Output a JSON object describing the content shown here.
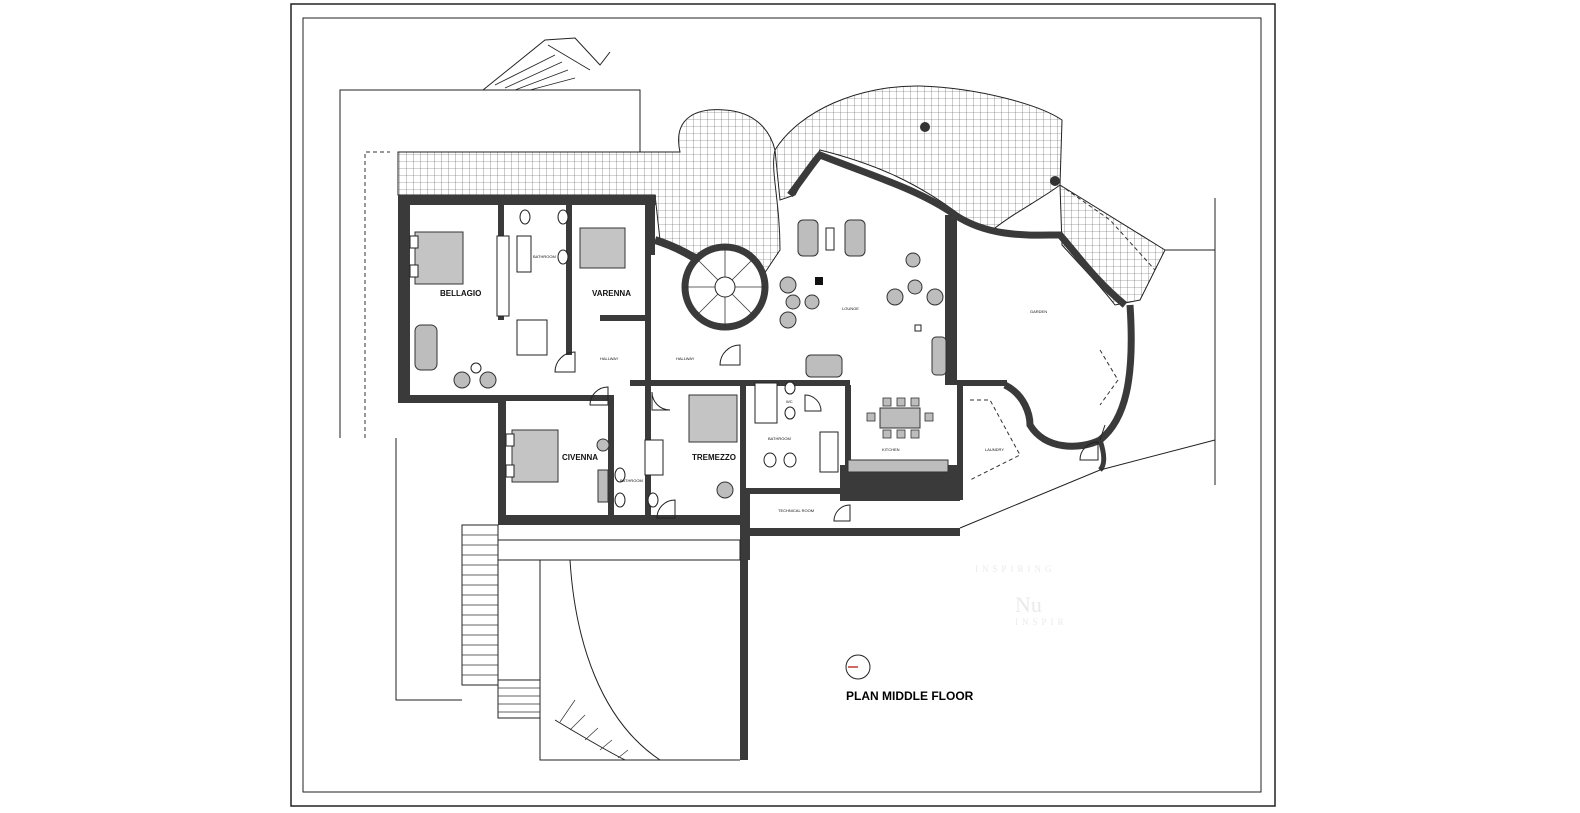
{
  "drawing": {
    "title": "PLAN MIDDLE FLOOR",
    "rooms": {
      "bellagio": "BELLAGIO",
      "varenna": "VARENNA",
      "civenna": "CIVENNA",
      "tremezzo": "TREMEZZO",
      "lounge": "LOUNGE",
      "kitchen": "KITCHEN",
      "garden": "GARDEN",
      "laundry": "LAUNDRY",
      "technical_room": "TECHNICAL ROOM",
      "bathroom_1": "BATHROOM",
      "bathroom_2": "BATHROOM",
      "bathroom_3": "BATHROOM",
      "hallway_1": "HALLWAY",
      "hallway_2": "HALLWAY",
      "wc": "WC"
    },
    "watermark": {
      "line1": "INSPIRING",
      "line2": "Nu",
      "line3": "INSPIR"
    }
  },
  "colors": {
    "wall": "#3a3a3a",
    "furniture": "#bdbdbd",
    "terrace_grid": "#cfcfcf",
    "border": "#222222"
  },
  "icons": {
    "north_arrow": "north-arrow-icon"
  }
}
